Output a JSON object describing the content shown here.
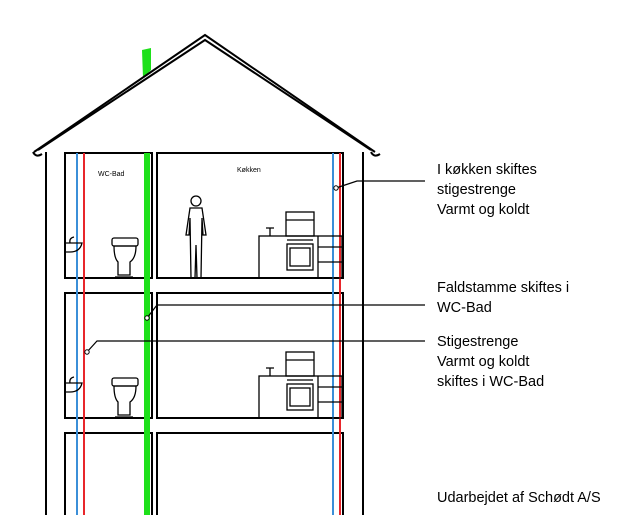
{
  "rooms": {
    "bath_label": "WC-Bad",
    "kitchen_label": "Køkken"
  },
  "callouts": {
    "kitchen_risers": [
      "I køkken skiftes",
      "stigestrenge",
      "Varmt og koldt"
    ],
    "stack": [
      "Faldstamme skiftes i",
      "WC-Bad"
    ],
    "bath_risers": [
      "Stigestrenge",
      "Varmt og koldt",
      "skiftes i WC-Bad"
    ]
  },
  "credit": "Udarbejdet af Schødt A/S",
  "colors": {
    "hot_water": "#e8262b",
    "cold_water": "#3b8fd8",
    "drain_stack": "#1ee01a",
    "outline": "#000000"
  }
}
